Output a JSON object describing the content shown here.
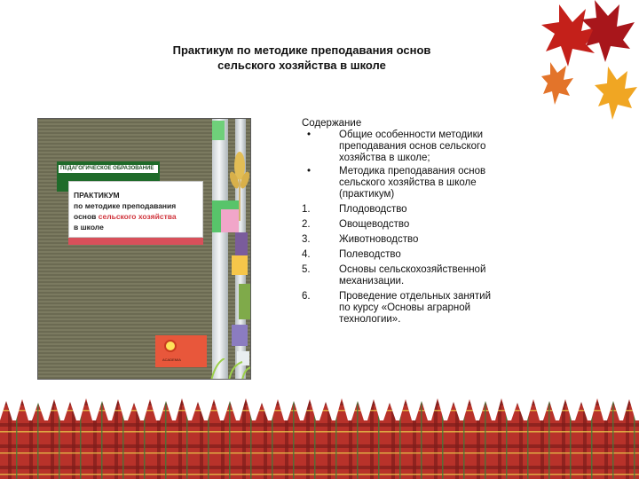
{
  "slide": {
    "title_lines": [
      "Практикум по методике преподавания основ",
      "сельского хозяйства в школе"
    ]
  },
  "cover": {
    "series": "ПЕДАГОГИЧЕСКОЕ ОБРАЗОВАНИЕ",
    "title_line1": "ПРАКТИКУМ",
    "title_line2": "по методике преподавания",
    "title_line3a": "основ ",
    "title_line3b": "сельского хозяйства",
    "title_line4": "в школе",
    "publisher": "ACADEMIA"
  },
  "contents": {
    "heading": "Содержание",
    "items": [
      {
        "marker": "•",
        "lines": [
          "Общие особенности методики",
          "преподавания основ сельского",
          "хозяйства в школе;"
        ]
      },
      {
        "marker": "•",
        "lines": [
          "Методика преподавания основ",
          "сельского хозяйства в школе",
          "(практикум)"
        ]
      },
      {
        "marker": "1.",
        "lines": [
          "Плодоводство"
        ]
      },
      {
        "marker": "2.",
        "lines": [
          "Овощеводство"
        ]
      },
      {
        "marker": "3.",
        "lines": [
          "Животноводство"
        ]
      },
      {
        "marker": "4.",
        "lines": [
          "Полеводство"
        ]
      },
      {
        "marker": "5.",
        "lines": [
          "Основы сельскохозяйственной",
          "механизации."
        ]
      },
      {
        "marker": "6.",
        "lines": [
          "Проведение отдельных занятий",
          "по курсу «Основы аграрной",
          "технологии»."
        ]
      }
    ]
  },
  "colors": {
    "cover_green": "#1f6b2a",
    "cover_red": "#d0343c",
    "fence_red": "#b8322a"
  }
}
